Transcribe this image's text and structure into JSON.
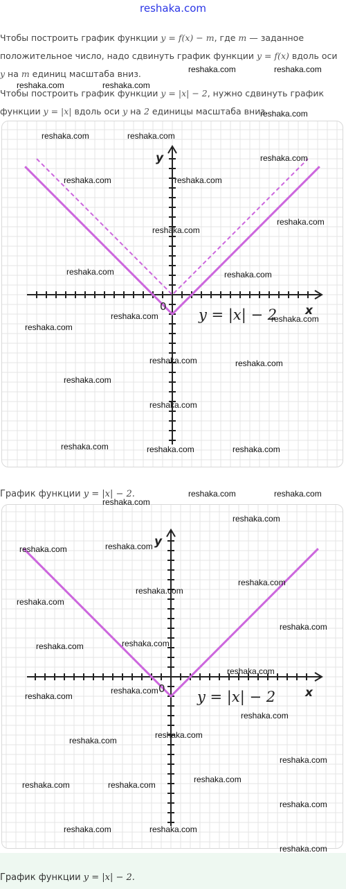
{
  "header": {
    "site": "reshaka.com"
  },
  "paragraphs": {
    "p1_a": "Чтобы построить график функции ",
    "p1_eq1": "y = f(x) − m",
    "p1_b": ", где ",
    "p1_m1": "m",
    "p1_c": " — заданное положительное число, надо сдвинуть график функции ",
    "p1_eq2": "y = f(x)",
    "p1_d": " вдоль оси ",
    "p1_y": "y",
    "p1_e": " на ",
    "p1_m2": "m",
    "p1_f": " единиц масштаба вниз.",
    "p2_a": "Чтобы построить график функции ",
    "p2_eq1": "y = |x| − 2",
    "p2_b": ", нужно сдвинуть график функции ",
    "p2_eq2": "y = |x|",
    "p2_c": " вдоль оси ",
    "p2_y": "y",
    "p2_d": " на ",
    "p2_two": "2",
    "p2_e": " единицы масштаба вниз."
  },
  "graph1": {
    "y_label": "y",
    "x_label": "x",
    "origin_label": "0",
    "equation": "y = |x| − 2",
    "solid_function": "y = |x| − 2",
    "dashed_function": "y = |x|",
    "line_color": "#cc66dd",
    "grid_color": "#e4e4e4"
  },
  "caption1": {
    "text": "График функции ",
    "eq": "y = |x| − 2."
  },
  "graph2": {
    "y_label": "y",
    "x_label": "x",
    "origin_label": "0",
    "equation": "y = |x| − 2",
    "solid_function": "y = |x| − 2",
    "line_color": "#cc66dd",
    "grid_color": "#e4e4e4"
  },
  "caption2": {
    "text": "График функции ",
    "eq": "y = |x| − 2."
  },
  "watermarks": {
    "text": "reshaka.com"
  }
}
